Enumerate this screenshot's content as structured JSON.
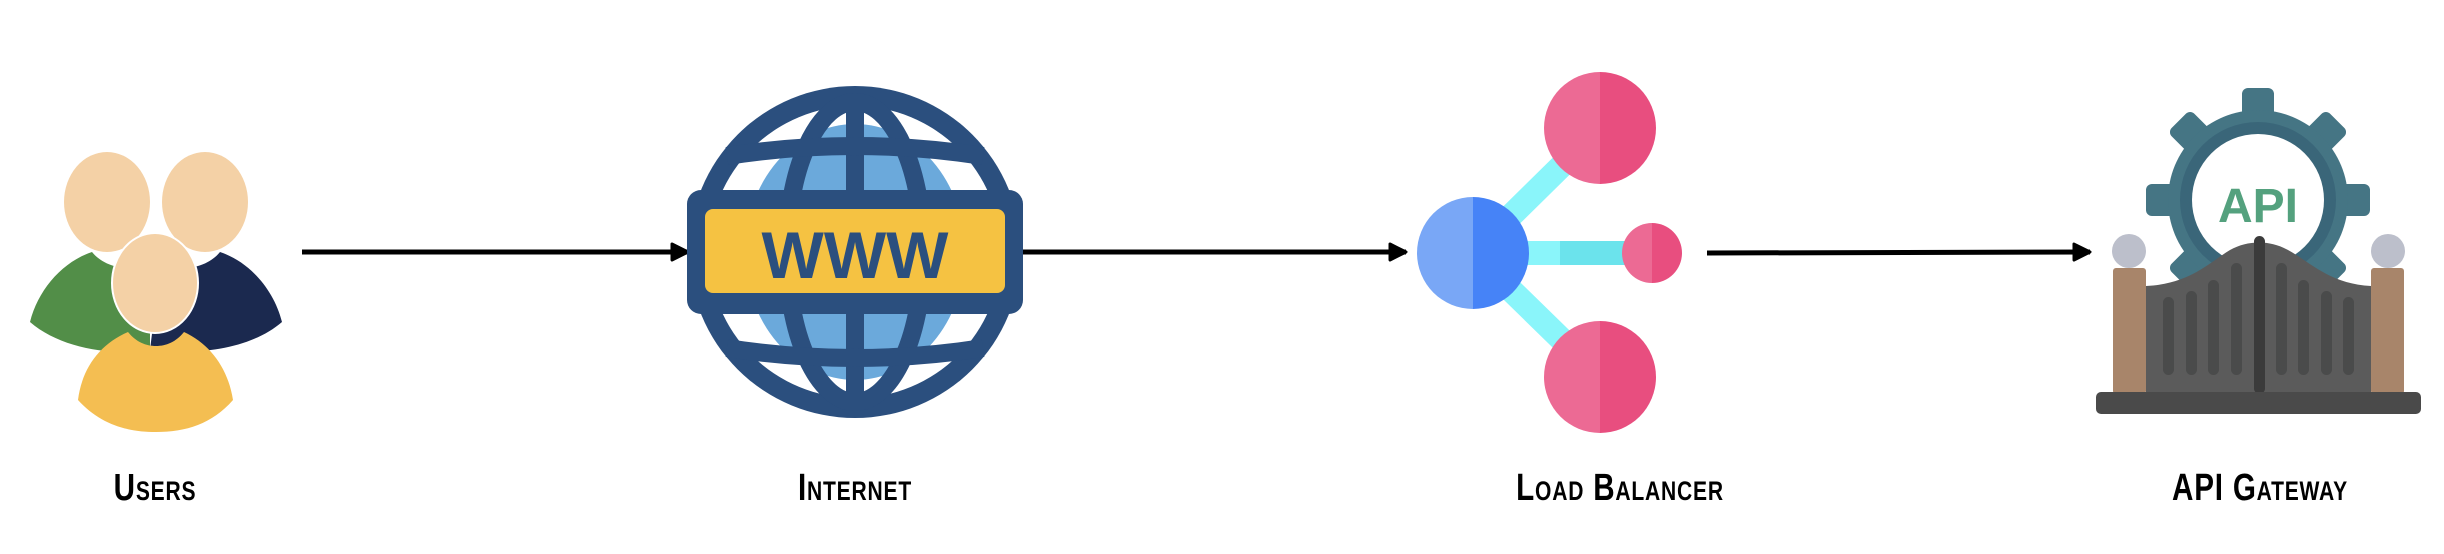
{
  "diagram": {
    "type": "flow",
    "direction": "left-to-right",
    "nodes": [
      {
        "id": "users",
        "label": "Users",
        "icon": "users-group-icon"
      },
      {
        "id": "internet",
        "label": "Internet",
        "icon": "www-globe-icon",
        "icon_text": "WWW"
      },
      {
        "id": "load_balancer",
        "label": "Load Balancer",
        "icon": "load-balancer-nodes-icon"
      },
      {
        "id": "api_gateway",
        "label": "API Gateway",
        "icon": "api-gear-gate-icon",
        "icon_text": "API"
      }
    ],
    "edges": [
      {
        "from": "users",
        "to": "internet"
      },
      {
        "from": "internet",
        "to": "load_balancer"
      },
      {
        "from": "load_balancer",
        "to": "api_gateway"
      }
    ]
  },
  "colors": {
    "background": "#FFFFFF",
    "arrow": "#000000",
    "label_text": "#000000",
    "skin": "#F4D1A6",
    "user_green": "#528E48",
    "user_navy": "#1B294F",
    "user_yellow": "#F4BE52",
    "globe_navy": "#2B4F7E",
    "globe_light": "#6BA9DB",
    "www_banner": "#F5C242",
    "lb_blue_light": "#79A7F6",
    "lb_blue_dark": "#4683F7",
    "lb_pink_light": "#EC6A94",
    "lb_pink_dark": "#E84E7F",
    "lb_link_light": "#8AF5FA",
    "lb_link_dark": "#6BE3EC",
    "gear": "#457584",
    "gear_ring": "#3A6679",
    "api_text": "#54A17E",
    "gate_body": "#5B5B5B",
    "gate_bars": "#4A4B4B",
    "gate_center": "#3B3B3B",
    "post": "#A8856A",
    "post_knob": "#BCBFCB",
    "base": "#4A4A4A"
  }
}
